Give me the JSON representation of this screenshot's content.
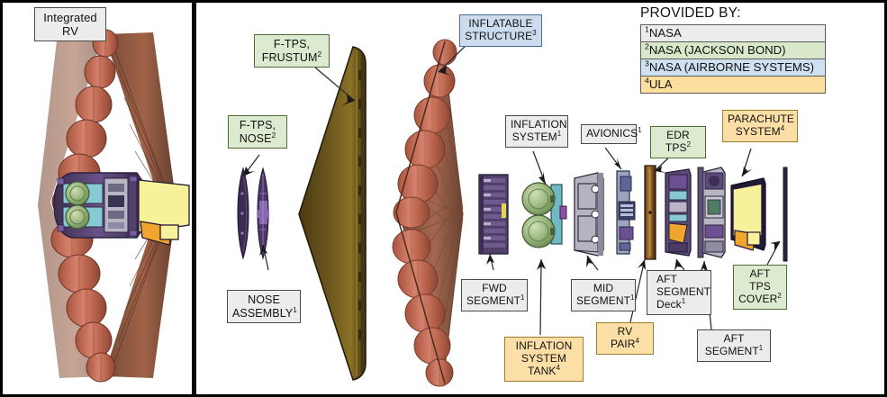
{
  "figure": {
    "title_label": "Integrated RV",
    "type": "exploded-assembly-diagram"
  },
  "legend": {
    "title": "PROVIDED BY:",
    "rows": [
      {
        "marker": "1",
        "text": "NASA",
        "color": "#ececec"
      },
      {
        "marker": "2",
        "text": "NASA (JACKSON BOND)",
        "color": "#d8e8c8"
      },
      {
        "marker": "3",
        "text": "NASA (AIRBORNE SYSTEMS)",
        "color": "#cfe0f0"
      },
      {
        "marker": "4",
        "text": "ULA",
        "color": "#fcdf9e"
      }
    ]
  },
  "labels": {
    "integrated_rv": {
      "line1": "Integrated",
      "line2": "RV",
      "sup": "",
      "style": "gray"
    },
    "ftps_frustum": {
      "line1": "F-TPS,",
      "line2": "FRUSTUM",
      "sup": "2",
      "style": "green"
    },
    "ftps_nose": {
      "line1": "F-TPS,",
      "line2": "NOSE",
      "sup": "2",
      "style": "green"
    },
    "nose_assembly": {
      "line1": "NOSE",
      "line2": "ASSEMBLY",
      "sup": "1",
      "style": "gray"
    },
    "inflatable_structure": {
      "line1": "INFLATABLE",
      "line2": "STRUCTURE",
      "sup": "3",
      "style": "blue"
    },
    "inflation_system": {
      "line1": "INFLATION",
      "line2": "SYSTEM",
      "sup": "1",
      "style": "gray"
    },
    "avionics": {
      "line1": "AVIONICS",
      "line2": "",
      "sup": "1",
      "style": "gray"
    },
    "edr_tps": {
      "line1": "EDR TPS",
      "line2": "",
      "sup": "2",
      "style": "green"
    },
    "parachute_system": {
      "line1": "PARACHUTE",
      "line2": "SYSTEM",
      "sup": "4",
      "style": "orange"
    },
    "fwd_segment": {
      "line1": "FWD",
      "line2": "SEGMENT",
      "sup": "1",
      "style": "gray"
    },
    "inflation_system_tank": {
      "line1": "INFLATION",
      "line2": "SYSTEM TANK",
      "sup": "4",
      "style": "orange"
    },
    "mid_segment": {
      "line1": "MID",
      "line2": "SEGMENT",
      "sup": "1",
      "style": "gray"
    },
    "rv_pair": {
      "line1": "RV PAIR",
      "line2": "",
      "sup": "4",
      "style": "orange"
    },
    "aft_segment_deck": {
      "line1": "AFT",
      "line2": "SEGMENT",
      "line3": "Deck",
      "sup": "1",
      "style": "gray"
    },
    "aft_tps_cover": {
      "line1": "AFT",
      "line2": "TPS",
      "line3": "COVER",
      "sup": "2",
      "style": "green"
    },
    "aft_segment": {
      "line1": "AFT",
      "line2": "SEGMENT",
      "sup": "1",
      "style": "gray"
    }
  },
  "colors": {
    "nasa_gray": "#ececec",
    "jackson_bond_green": "#d8e8c8",
    "airborne_blue": "#cfe0f0",
    "ula_orange": "#fcdf9e",
    "inflatable_ring": "#c8705c",
    "ftps_brown": "#5d4a16",
    "parachute_yellow": "#f6f09a",
    "tank_green": "#9fb882",
    "structure_purple": "#4c3a63"
  }
}
